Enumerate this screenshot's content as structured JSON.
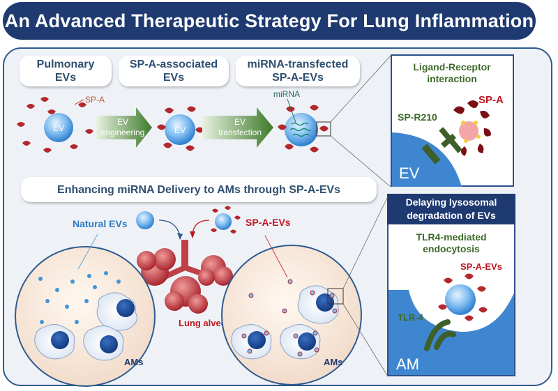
{
  "title": "An Advanced Therapeutic Strategy For Lung Inflammation",
  "top_row": {
    "stages": [
      {
        "label": "Pulmonary EVs"
      },
      {
        "label": "SP-A-associated EVs"
      },
      {
        "label": "miRNA-transfected SP-A-EVs"
      }
    ],
    "sp_a_label": "SP-A",
    "mirna_label": "miRNA",
    "ev_label": "EV",
    "arrows": [
      {
        "line1": "EV",
        "line2": "engineering"
      },
      {
        "line1": "EV",
        "line2": "transfection"
      }
    ]
  },
  "ligand_panel": {
    "title_line1": "Ligand-Receptor",
    "title_line2": "interaction",
    "sp_a": "SP-A",
    "receptor": "SP-R210",
    "ev": "EV"
  },
  "delivery": {
    "heading": "Enhancing miRNA Delivery to AMs through SP-A-EVs",
    "natural_evs": "Natural EVs",
    "sp_a_evs": "SP-A-EVs",
    "lung": "Lung alveoli",
    "ams_left": "AMs",
    "ams_right": "AMs"
  },
  "lysosome_panel": {
    "header_line1": "Delaying lysosomal",
    "header_line2": "degradation of EVs",
    "title_line1": "TLR4-mediated",
    "title_line2": "endocytosis",
    "sp_a_evs": "SP-A-EVs",
    "receptor": "TLR-4",
    "am": "AM"
  },
  "colors": {
    "navy": "#1e3a70",
    "arrow_green": "#3d7a2a",
    "sp_a_red": "#c0151f",
    "ev_blue": "#3f8fd6",
    "receptor_green": "#3e5f2a"
  }
}
